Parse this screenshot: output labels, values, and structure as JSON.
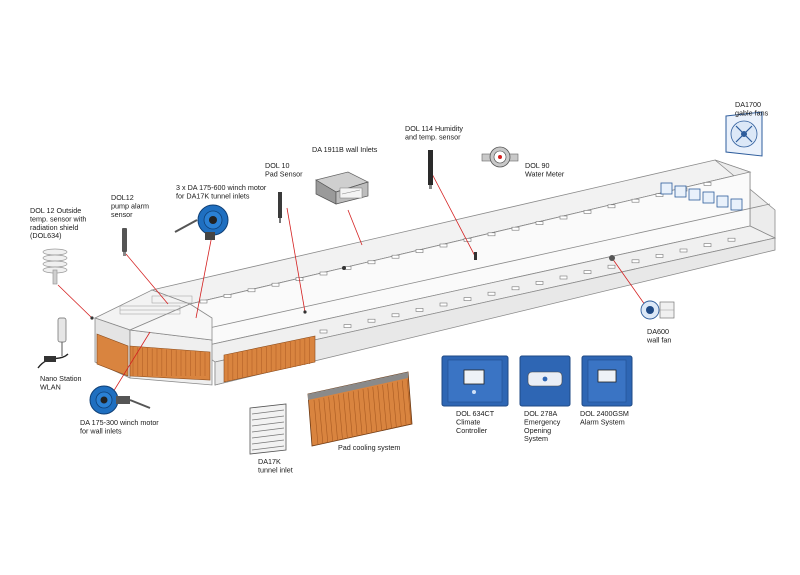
{
  "colors": {
    "building_outline": "#8a8a8a",
    "building_fill": "#f4f4f4",
    "pad_orange": "#d9843f",
    "pad_stripe": "#b8652a",
    "controller_blue": "#2e66b4",
    "controller_dark": "#1f4a86",
    "leader_red": "#d42020",
    "motor_blue": "#1f6fc0"
  },
  "labels": {
    "dol12_outside": [
      "DOL 12 Outside",
      "temp. sensor with",
      "radiation shield",
      "(DOL634)"
    ],
    "dol12_pump": [
      "DOL12",
      "pump alarm",
      "sensor"
    ],
    "winch_tunnel": [
      "3 x DA 175-600 winch motor",
      "for DA17K tunnel inlets"
    ],
    "dol10": [
      "DOL 10",
      "Pad Sensor"
    ],
    "da1911b": [
      "DA 1911B wall Inlets"
    ],
    "dol114": [
      "DOL 114 Humidity",
      "and  temp. sensor"
    ],
    "dol90": [
      "DOL 90",
      "Water Meter"
    ],
    "da1700": [
      "DA1700",
      "gable fans"
    ],
    "da600": [
      "DA600",
      "wall fan"
    ],
    "nano": [
      "Nano Station",
      "WLAN"
    ],
    "winch_wall": [
      "DA 175-300 winch motor",
      "for wall inlets"
    ],
    "da17k": [
      "DA17K",
      "tunnel inlet"
    ],
    "pad_cooling": [
      "Pad cooling system"
    ],
    "dol634ct": [
      "DOL 634CT",
      "Climate",
      "Controller"
    ],
    "dol278a": [
      "DOL 278A",
      "Emergency",
      "Opening",
      "System"
    ],
    "dol2400gsm": [
      "DOL 2400GSM",
      "Alarm System"
    ]
  }
}
